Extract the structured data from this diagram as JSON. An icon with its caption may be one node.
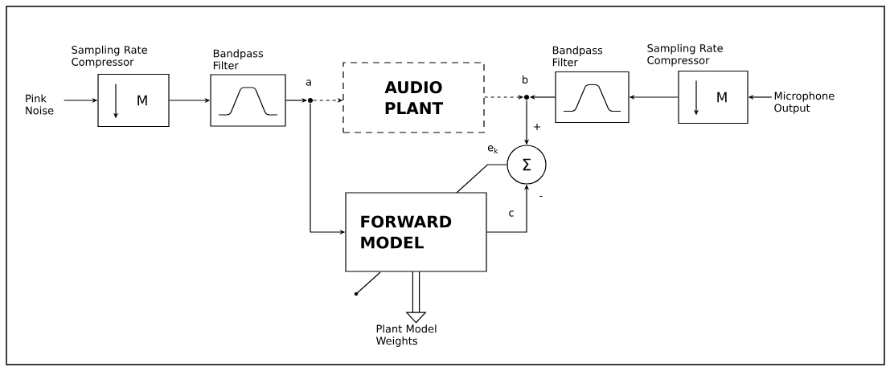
{
  "diagram": {
    "nodes": [
      {
        "text": [
          "Pink Noise"
        ]
      },
      {
        "text": [
          "Sampling Rate Compressor",
          "M"
        ]
      },
      {
        "text": [
          "Bandpass Filter"
        ]
      },
      {
        "text": [],
        "shape": "circle",
        "beside": [
          "a"
        ]
      },
      {
        "text": [
          "AUDIO PLANT"
        ]
      },
      {
        "text": [],
        "shape": "circle",
        "beside": [
          "b"
        ]
      },
      {
        "text": [
          "Bandpass Filter"
        ]
      },
      {
        "text": [
          "Sampling Rate Compressor",
          "M"
        ]
      },
      {
        "text": [
          "Microphone Output"
        ]
      },
      {
        "text": [
          "Σ"
        ]
      },
      {
        "text": [
          "FORWARD MODEL"
        ]
      },
      {
        "text": [
          "Plant Model Weights"
        ]
      }
    ],
    "edges": [
      {
        "from": 0,
        "to": 1,
        "arrow": "to"
      },
      {
        "from": 1,
        "to": 2,
        "arrow": "to"
      },
      {
        "from": 2,
        "to": 3,
        "arrow": "to"
      },
      {
        "from": 3,
        "to": 4,
        "arrow": "to",
        "style": "dashed"
      },
      {
        "from": 3,
        "to": 10,
        "arrow": "to"
      },
      {
        "from": 4,
        "to": 5,
        "arrow": "to",
        "style": "dashed"
      },
      {
        "from": 6,
        "to": 5,
        "arrow": "to"
      },
      {
        "from": 7,
        "to": 6,
        "arrow": "to"
      },
      {
        "from": 8,
        "to": 7,
        "arrow": "to"
      },
      {
        "from": 5,
        "to": 9,
        "arrow": "to",
        "label": "+"
      },
      {
        "from": 10,
        "to": 9,
        "arrow": "to",
        "label": "c"
      },
      {
        "from": 9,
        "to": 10,
        "arrow": "none",
        "label": "e$_{k}$"
      },
      {
        "from": 10,
        "to": 11,
        "arrow": "to",
        "style": "thick"
      }
    ],
    "labels": [
      "-"
    ]
  }
}
